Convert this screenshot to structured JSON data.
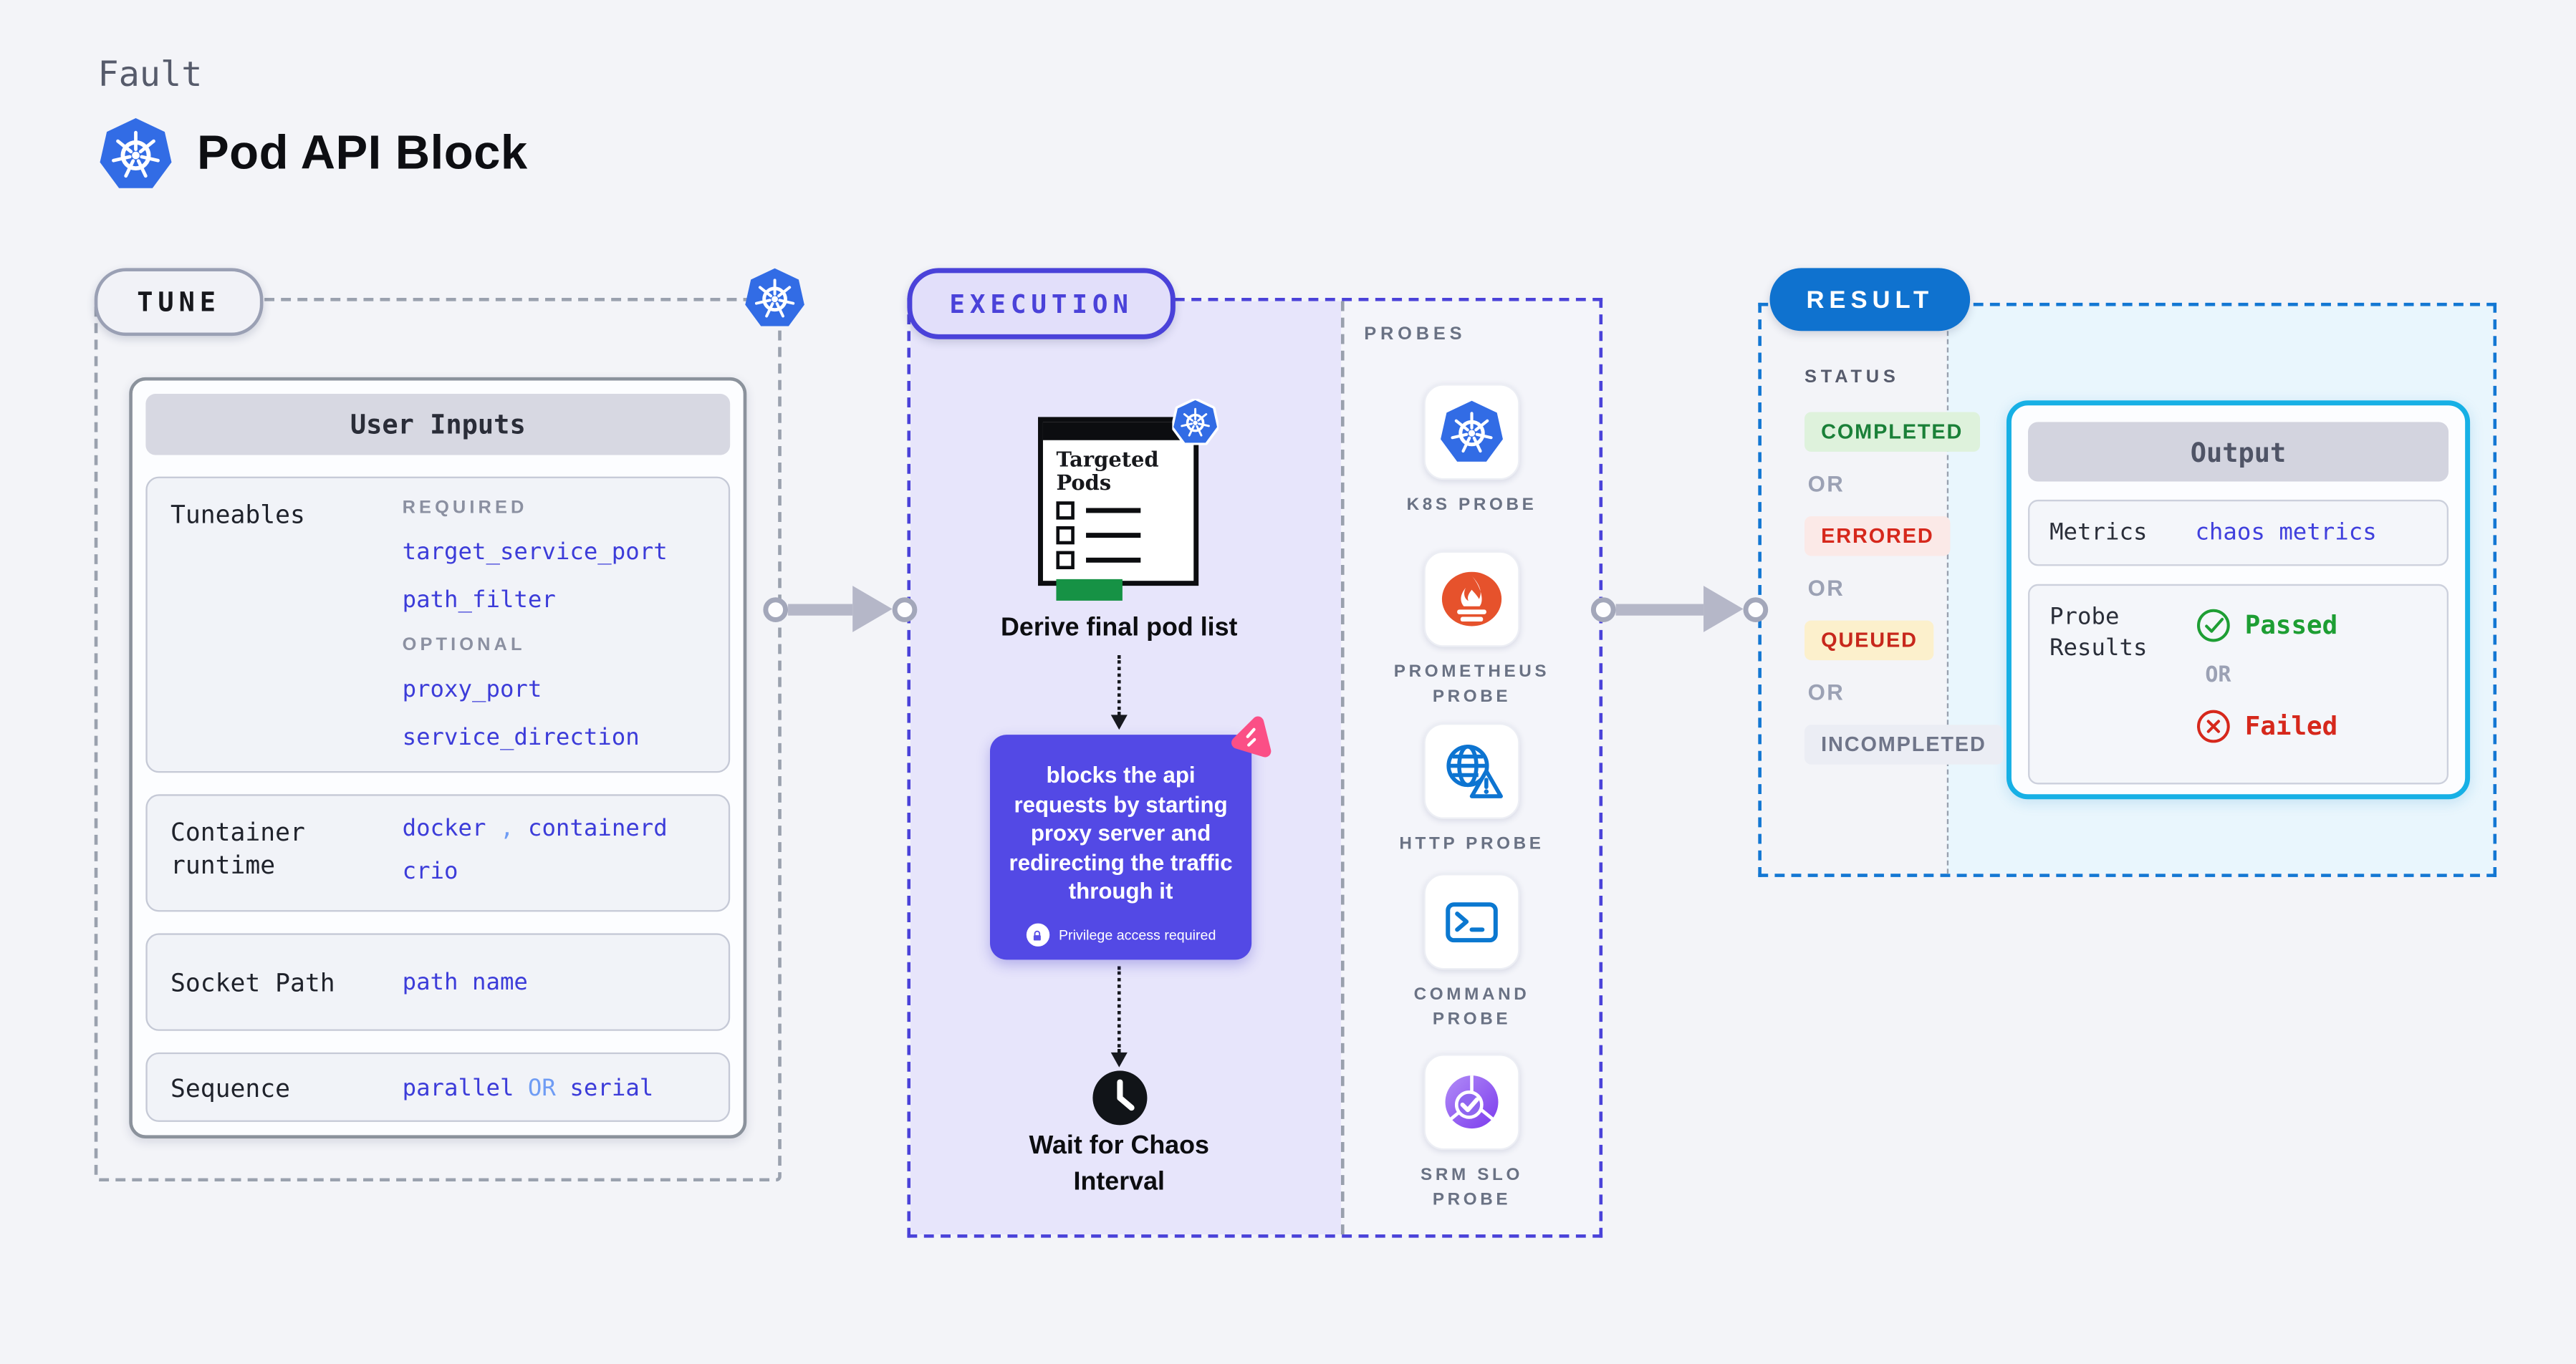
{
  "header": {
    "category_label": "Fault",
    "title": "Pod API Block"
  },
  "tune": {
    "badge_label": "TUNE",
    "user_inputs": {
      "title": "User Inputs",
      "tuneables": {
        "label": "Tuneables",
        "required_label": "REQUIRED",
        "required_params": [
          "target_service_port",
          "path_filter"
        ],
        "optional_label": "OPTIONAL",
        "optional_params": [
          "proxy_port",
          "service_direction"
        ]
      },
      "container_runtime": {
        "label": "Container runtime",
        "value_1": "docker",
        "separator": ",",
        "value_2": "containerd",
        "value_3": "crio"
      },
      "socket_path": {
        "label": "Socket Path",
        "value": "path name"
      },
      "sequence": {
        "label": "Sequence",
        "value_1": "parallel",
        "or_label": "OR",
        "value_2": "serial"
      }
    }
  },
  "execution": {
    "badge_label": "EXECUTION",
    "targeted_pods_title": "Targeted Pods",
    "derive_label": "Derive final pod list",
    "action_text": "blocks the api requests by starting proxy server and redirecting the traffic through it",
    "privilege_note": "Privilege access required",
    "wait_label_line1": "Wait for Chaos",
    "wait_label_line2": "Interval"
  },
  "probes": {
    "title": "PROBES",
    "items": [
      {
        "icon": "kubernetes-icon",
        "label": "K8S PROBE"
      },
      {
        "icon": "prometheus-icon",
        "label": "PROMETHEUS PROBE"
      },
      {
        "icon": "http-icon",
        "label": "HTTP PROBE"
      },
      {
        "icon": "command-icon",
        "label": "COMMAND PROBE"
      },
      {
        "icon": "srm-slo-icon",
        "label": "SRM SLO PROBE"
      }
    ]
  },
  "result": {
    "badge_label": "RESULT",
    "status": {
      "title": "STATUS",
      "or_label": "OR",
      "items": [
        {
          "label": "COMPLETED",
          "bg": "#def2dc",
          "color": "#1a8038"
        },
        {
          "label": "ERRORED",
          "bg": "#fbe9e7",
          "color": "#d6281c"
        },
        {
          "label": "QUEUED",
          "bg": "#fcf0cc",
          "color": "#c7271b"
        },
        {
          "label": "INCOMPLETED",
          "bg": "#ebedf4",
          "color": "#6f7589"
        }
      ]
    },
    "output": {
      "title": "Output",
      "metrics_label": "Metrics",
      "metrics_value": "chaos metrics",
      "probe_results_label": "Probe Results",
      "passed_label": "Passed",
      "or_label": "OR",
      "failed_label": "Failed"
    }
  },
  "colors": {
    "kubernetes_blue": "#326ce5",
    "execution_indigo": "#4a42d9",
    "action_box_purple": "#5349e5",
    "chaos_pink": "#fb4f86",
    "result_blue": "#0f72cf",
    "output_border_cyan": "#17b0e5",
    "param_indigo": "#3c3cd9",
    "or_light_blue": "#6f9cf4",
    "prometheus_orange": "#e6522c",
    "http_blue": "#0d74d1",
    "srm_purple": "#7c3aed",
    "pods_green": "#169245",
    "passed_green": "#1d9e33",
    "failed_red": "#d6281c"
  }
}
